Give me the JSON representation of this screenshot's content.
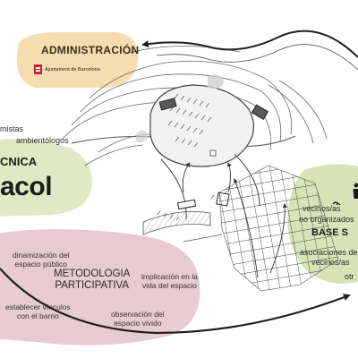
{
  "administration": {
    "title": "ADMINISTRACIÓN",
    "logo_text": "Ajuntament de Barcelona"
  },
  "technical": {
    "line1": "mistas",
    "line2": "ambientólogos",
    "title": "CNICA",
    "brand": "acol"
  },
  "base": {
    "neighbors_label": "vecinos/as",
    "unorganized_label": "no organizados",
    "title": "BASE S",
    "assoc_line1": "asociaciones de",
    "assoc_line2": "vecinos/as",
    "others": "otr"
  },
  "methodology": {
    "title_line1": "METODOLOGIA",
    "title_line2": "PARTICIPATIVA",
    "item1_line1": "dinamización del",
    "item1_line2": "espacio público",
    "item2_line1": "implicación en la",
    "item2_line2": "vida del espacio",
    "item3_line1": "establecer vínculos",
    "item3_line2": "con el barrio",
    "item4_line1": "observación del",
    "item4_line2": "espacio  vivido"
  },
  "colors": {
    "admin_blob": "#f5d9a6",
    "tech_blob": "#dce8bf",
    "base_blob": "#d1e1b0",
    "method_blob": "#e5c4cc",
    "logo_red": "#d2202f",
    "ink": "#2a2a2a"
  }
}
